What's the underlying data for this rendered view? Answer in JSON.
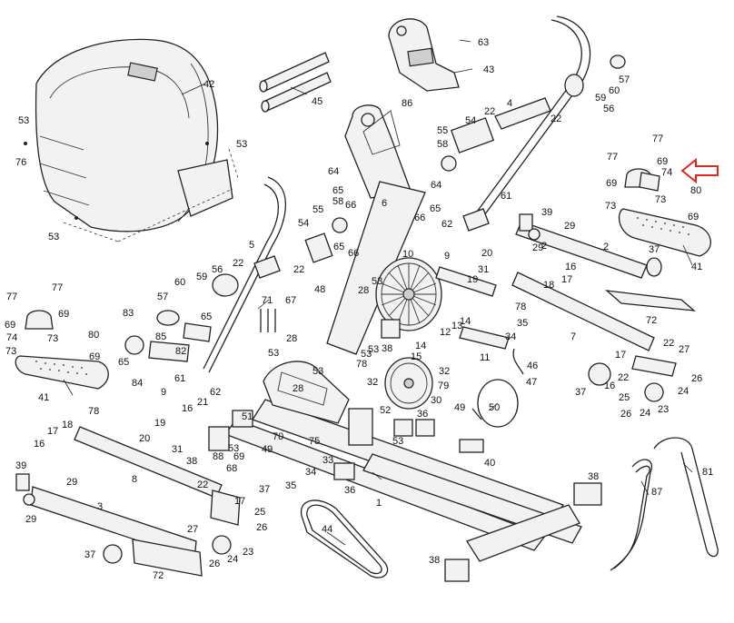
{
  "highlight": {
    "part": "74",
    "arrow_color": "#e2231a"
  },
  "callouts": [
    {
      "id": "c1",
      "text": "1"
    },
    {
      "id": "c2a",
      "text": "2"
    },
    {
      "id": "c3",
      "text": "3"
    },
    {
      "id": "c4",
      "text": "4"
    },
    {
      "id": "c5",
      "text": "5"
    },
    {
      "id": "c6",
      "text": "6"
    },
    {
      "id": "c7",
      "text": "7"
    },
    {
      "id": "c8",
      "text": "8"
    },
    {
      "id": "c9a",
      "text": "9"
    },
    {
      "id": "c9b",
      "text": "9"
    },
    {
      "id": "c10",
      "text": "10"
    },
    {
      "id": "c11",
      "text": "11"
    },
    {
      "id": "c12",
      "text": "12"
    },
    {
      "id": "c13",
      "text": "13"
    },
    {
      "id": "c14a",
      "text": "14"
    },
    {
      "id": "c14b",
      "text": "14"
    },
    {
      "id": "c15",
      "text": "15"
    },
    {
      "id": "c16a",
      "text": "16"
    },
    {
      "id": "c16b",
      "text": "16"
    },
    {
      "id": "c16c",
      "text": "16"
    },
    {
      "id": "c16d",
      "text": "16"
    },
    {
      "id": "c17a",
      "text": "17"
    },
    {
      "id": "c17b",
      "text": "17"
    },
    {
      "id": "c17c",
      "text": "17"
    },
    {
      "id": "c17d",
      "text": "17"
    },
    {
      "id": "c18a",
      "text": "18"
    },
    {
      "id": "c18b",
      "text": "18"
    },
    {
      "id": "c19a",
      "text": "19"
    },
    {
      "id": "c19b",
      "text": "19"
    },
    {
      "id": "c20a",
      "text": "20"
    },
    {
      "id": "c20b",
      "text": "20"
    },
    {
      "id": "c21",
      "text": "21"
    },
    {
      "id": "c22a",
      "text": "22"
    },
    {
      "id": "c22b",
      "text": "22"
    },
    {
      "id": "c22c",
      "text": "22"
    },
    {
      "id": "c22d",
      "text": "22"
    },
    {
      "id": "c22e",
      "text": "22"
    },
    {
      "id": "c22f",
      "text": "22"
    },
    {
      "id": "c22g",
      "text": "22"
    },
    {
      "id": "c23a",
      "text": "23"
    },
    {
      "id": "c23b",
      "text": "23"
    },
    {
      "id": "c24a",
      "text": "24"
    },
    {
      "id": "c24b",
      "text": "24"
    },
    {
      "id": "c24c",
      "text": "24"
    },
    {
      "id": "c25a",
      "text": "25"
    },
    {
      "id": "c25b",
      "text": "25"
    },
    {
      "id": "c26a",
      "text": "26"
    },
    {
      "id": "c26b",
      "text": "26"
    },
    {
      "id": "c26c",
      "text": "26"
    },
    {
      "id": "c26d",
      "text": "26"
    },
    {
      "id": "c27a",
      "text": "27"
    },
    {
      "id": "c27b",
      "text": "27"
    },
    {
      "id": "c28a",
      "text": "28"
    },
    {
      "id": "c28b",
      "text": "28"
    },
    {
      "id": "c28c",
      "text": "28"
    },
    {
      "id": "c29a",
      "text": "29"
    },
    {
      "id": "c29b",
      "text": "29"
    },
    {
      "id": "c29c",
      "text": "29"
    },
    {
      "id": "c29d",
      "text": "29"
    },
    {
      "id": "c30",
      "text": "30"
    },
    {
      "id": "c31a",
      "text": "31"
    },
    {
      "id": "c31b",
      "text": "31"
    },
    {
      "id": "c32a",
      "text": "32"
    },
    {
      "id": "c32b",
      "text": "32"
    },
    {
      "id": "c33",
      "text": "33"
    },
    {
      "id": "c34a",
      "text": "34"
    },
    {
      "id": "c34b",
      "text": "34"
    },
    {
      "id": "c35a",
      "text": "35"
    },
    {
      "id": "c35b",
      "text": "35"
    },
    {
      "id": "c36a",
      "text": "36"
    },
    {
      "id": "c36b",
      "text": "36"
    },
    {
      "id": "c37a",
      "text": "37"
    },
    {
      "id": "c37b",
      "text": "37"
    },
    {
      "id": "c37c",
      "text": "37"
    },
    {
      "id": "c37d",
      "text": "37"
    },
    {
      "id": "c38a",
      "text": "38"
    },
    {
      "id": "c38b",
      "text": "38"
    },
    {
      "id": "c38c",
      "text": "38"
    },
    {
      "id": "c38d",
      "text": "38"
    },
    {
      "id": "c39a",
      "text": "39"
    },
    {
      "id": "c39b",
      "text": "39"
    },
    {
      "id": "c40",
      "text": "40"
    },
    {
      "id": "c41a",
      "text": "41"
    },
    {
      "id": "c41b",
      "text": "41"
    },
    {
      "id": "c42",
      "text": "42"
    },
    {
      "id": "c43",
      "text": "43"
    },
    {
      "id": "c44",
      "text": "44"
    },
    {
      "id": "c45",
      "text": "45"
    },
    {
      "id": "c46",
      "text": "46"
    },
    {
      "id": "c47",
      "text": "47"
    },
    {
      "id": "c48",
      "text": "48"
    },
    {
      "id": "c49a",
      "text": "49"
    },
    {
      "id": "c49b",
      "text": "49"
    },
    {
      "id": "c50",
      "text": "50"
    },
    {
      "id": "c51",
      "text": "51"
    },
    {
      "id": "c52",
      "text": "52"
    },
    {
      "id": "c53a",
      "text": "53"
    },
    {
      "id": "c53b",
      "text": "53"
    },
    {
      "id": "c53c",
      "text": "53"
    },
    {
      "id": "c53d",
      "text": "53"
    },
    {
      "id": "c53e",
      "text": "53"
    },
    {
      "id": "c53f",
      "text": "53"
    },
    {
      "id": "c53g",
      "text": "53"
    },
    {
      "id": "c53h",
      "text": "53"
    },
    {
      "id": "c53i",
      "text": "53"
    },
    {
      "id": "c53j",
      "text": "53"
    },
    {
      "id": "c54a",
      "text": "54"
    },
    {
      "id": "c54b",
      "text": "54"
    },
    {
      "id": "c55a",
      "text": "55"
    },
    {
      "id": "c55b",
      "text": "55"
    },
    {
      "id": "c56a",
      "text": "56"
    },
    {
      "id": "c56b",
      "text": "56"
    },
    {
      "id": "c57a",
      "text": "57"
    },
    {
      "id": "c57b",
      "text": "57"
    },
    {
      "id": "c58a",
      "text": "58"
    },
    {
      "id": "c58b",
      "text": "58"
    },
    {
      "id": "c59a",
      "text": "59"
    },
    {
      "id": "c59b",
      "text": "59"
    },
    {
      "id": "c60a",
      "text": "60"
    },
    {
      "id": "c60b",
      "text": "60"
    },
    {
      "id": "c61a",
      "text": "61"
    },
    {
      "id": "c61b",
      "text": "61"
    },
    {
      "id": "c62a",
      "text": "62"
    },
    {
      "id": "c62b",
      "text": "62"
    },
    {
      "id": "c63",
      "text": "63"
    },
    {
      "id": "c64a",
      "text": "64"
    },
    {
      "id": "c64b",
      "text": "64"
    },
    {
      "id": "c65a",
      "text": "65"
    },
    {
      "id": "c65b",
      "text": "65"
    },
    {
      "id": "c65c",
      "text": "65"
    },
    {
      "id": "c65d",
      "text": "65"
    },
    {
      "id": "c65e",
      "text": "65"
    },
    {
      "id": "c66a",
      "text": "66"
    },
    {
      "id": "c66b",
      "text": "66"
    },
    {
      "id": "c66c",
      "text": "66"
    },
    {
      "id": "c67",
      "text": "67"
    },
    {
      "id": "c68",
      "text": "68"
    },
    {
      "id": "c69a",
      "text": "69"
    },
    {
      "id": "c69b",
      "text": "69"
    },
    {
      "id": "c69c",
      "text": "69"
    },
    {
      "id": "c69d",
      "text": "69"
    },
    {
      "id": "c69e",
      "text": "69"
    },
    {
      "id": "c69f",
      "text": "69"
    },
    {
      "id": "c69g",
      "text": "69"
    },
    {
      "id": "c70",
      "text": "70"
    },
    {
      "id": "c71",
      "text": "71"
    },
    {
      "id": "c72a",
      "text": "72"
    },
    {
      "id": "c72b",
      "text": "72"
    },
    {
      "id": "c73a",
      "text": "73"
    },
    {
      "id": "c73b",
      "text": "73"
    },
    {
      "id": "c73c",
      "text": "73"
    },
    {
      "id": "c73d",
      "text": "73"
    },
    {
      "id": "c74a",
      "text": "74"
    },
    {
      "id": "c74b",
      "text": "74"
    },
    {
      "id": "c75",
      "text": "75"
    },
    {
      "id": "c76",
      "text": "76"
    },
    {
      "id": "c77a",
      "text": "77"
    },
    {
      "id": "c77b",
      "text": "77"
    },
    {
      "id": "c77c",
      "text": "77"
    },
    {
      "id": "c77d",
      "text": "77"
    },
    {
      "id": "c78a",
      "text": "78"
    },
    {
      "id": "c78b",
      "text": "78"
    },
    {
      "id": "c78c",
      "text": "78"
    },
    {
      "id": "c79",
      "text": "79"
    },
    {
      "id": "c80a",
      "text": "80"
    },
    {
      "id": "c80b",
      "text": "80"
    },
    {
      "id": "c81",
      "text": "81"
    },
    {
      "id": "c82",
      "text": "82"
    },
    {
      "id": "c83",
      "text": "83"
    },
    {
      "id": "c84",
      "text": "84"
    },
    {
      "id": "c85",
      "text": "85"
    },
    {
      "id": "c86",
      "text": "86"
    },
    {
      "id": "c87",
      "text": "87"
    },
    {
      "id": "c88",
      "text": "88"
    },
    {
      "id": "c2b",
      "text": "2"
    }
  ]
}
